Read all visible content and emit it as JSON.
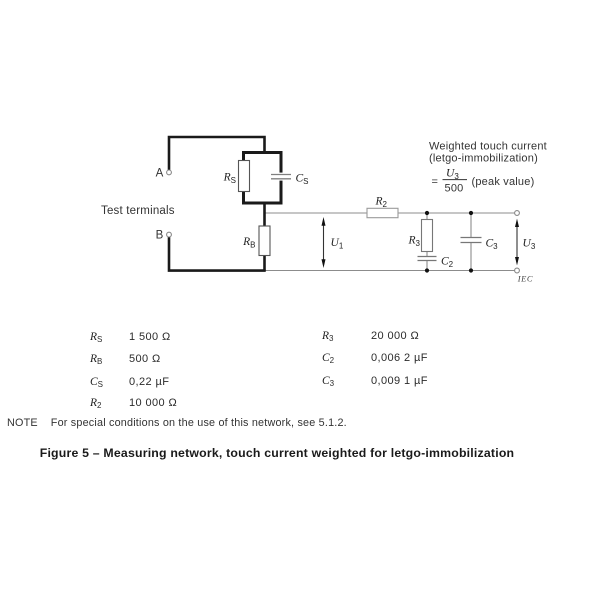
{
  "colors": {
    "thick_line": "#1a1a1a",
    "thin_line": "#8c8c8c",
    "box_outline": "#555555",
    "text": "#333333",
    "background": "#ffffff"
  },
  "circuit": {
    "terminal_a_label": "A",
    "terminal_b_label": "B",
    "test_terminals_label": "Test terminals",
    "iec_label": "IEC",
    "weighted": {
      "line1": "Weighted touch current",
      "line2": "(letgo-immobilization)",
      "equals": "=",
      "num_base": "U",
      "num_sub": "3",
      "den": "500",
      "peak": "(peak value)"
    },
    "labels": {
      "rs_base": "R",
      "rs_sub": "S",
      "cs_base": "C",
      "cs_sub": "S",
      "rb_base": "R",
      "rb_sub": "B",
      "r2_base": "R",
      "r2_sub": "2",
      "r3_base": "R",
      "r3_sub": "3",
      "c2_base": "C",
      "c2_sub": "2",
      "c3_base": "C",
      "c3_sub": "3",
      "u1_base": "U",
      "u1_sub": "1",
      "u3_base": "U",
      "u3_sub": "3"
    }
  },
  "values_table": {
    "left": [
      {
        "base": "R",
        "sub": "S",
        "value": "1 500 Ω"
      },
      {
        "base": "R",
        "sub": "B",
        "value": "500 Ω"
      },
      {
        "base": "C",
        "sub": "S",
        "value": "0,22 µF"
      },
      {
        "base": "R",
        "sub": "2",
        "value": "10 000 Ω"
      }
    ],
    "right": [
      {
        "base": "R",
        "sub": "3",
        "value": "20 000 Ω"
      },
      {
        "base": "C",
        "sub": "2",
        "value": "0,006 2 µF"
      },
      {
        "base": "C",
        "sub": "3",
        "value": "0,009 1 µF"
      }
    ]
  },
  "note": {
    "label": "NOTE",
    "text": "For special conditions on the use of this network, see 5.1.2."
  },
  "caption": "Figure 5 – Measuring network, touch current weighted for letgo-immobilization"
}
